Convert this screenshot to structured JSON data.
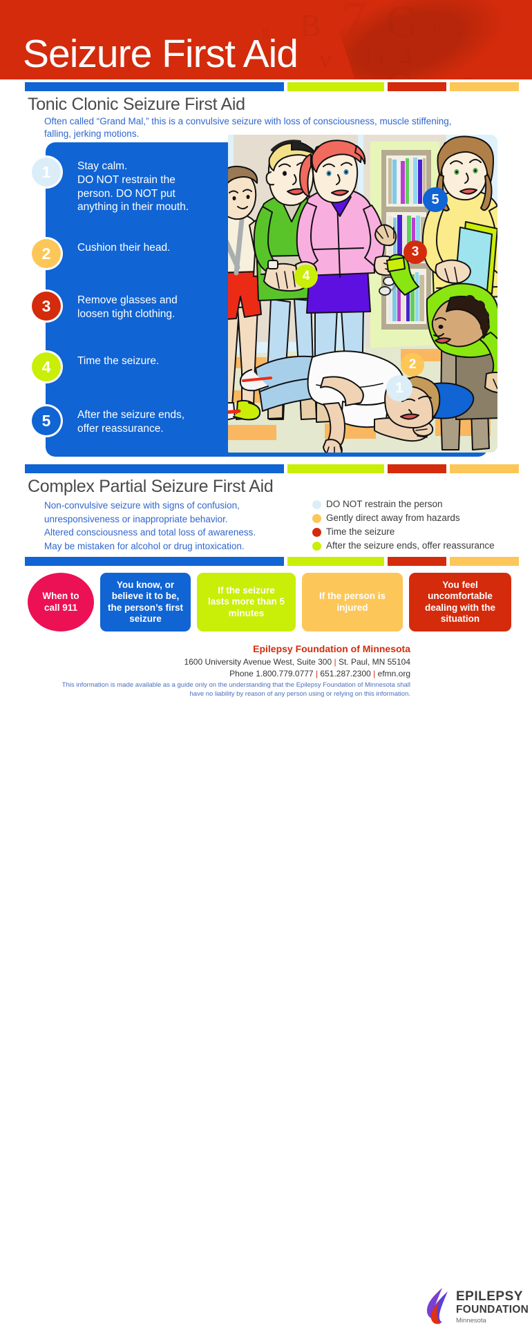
{
  "header": {
    "title": "Seizure First Aid",
    "bg_color": "#d32b0c",
    "texture_chars": "p  g  x  B  v  7  a  C  s  d  6  k  q  o  z  i  4  h  g  r  2  n  b  e  j"
  },
  "colors": {
    "blue": "#1064d4",
    "lime": "#c9ee08",
    "red": "#d32b0c",
    "amber": "#fcc758",
    "pale_blue": "#dbeef8",
    "pink": "#ec1055",
    "heading_gray": "#4a4a4a",
    "body_blue": "#2f66cf"
  },
  "colorbar": [
    {
      "name": "blue",
      "color": "#1064d4"
    },
    {
      "name": "lime",
      "color": "#c9ee08"
    },
    {
      "name": "red",
      "color": "#d32b0c"
    },
    {
      "name": "amber",
      "color": "#fcc758"
    },
    {
      "name": "pale-blue",
      "color": "#dbeef8"
    }
  ],
  "section1": {
    "title": "Tonic Clonic Seizure First Aid",
    "subtitle": "Often called “Grand Mal,” this is a convulsive seizure with loss of consciousness, muscle stiffening, falling, jerking motions.",
    "steps": [
      {
        "number": "1",
        "color": "#dbeef8",
        "number_color": "#ffffff",
        "text": "Stay calm.\nDO NOT restrain the person. DO NOT put anything in their mouth."
      },
      {
        "number": "2",
        "color": "#fcc758",
        "number_color": "#ffffff",
        "text": "Cushion their head."
      },
      {
        "number": "3",
        "color": "#d32b0c",
        "number_color": "#ffffff",
        "text": "Remove glasses and loosen tight clothing."
      },
      {
        "number": "4",
        "color": "#c9ee08",
        "number_color": "#ffffff",
        "text": "Time the seizure."
      },
      {
        "number": "5",
        "color": "#1064d4",
        "number_color": "#ffffff",
        "text": "After the seizure ends, offer reassurance."
      }
    ],
    "illustration_markers": [
      {
        "number": "1",
        "color": "#dbeef8"
      },
      {
        "number": "2",
        "color": "#fcc758"
      },
      {
        "number": "3",
        "color": "#d32b0c"
      },
      {
        "number": "4",
        "color": "#c9ee08"
      },
      {
        "number": "5",
        "color": "#1064d4"
      }
    ]
  },
  "section2": {
    "title": "Complex Partial Seizure First Aid",
    "description": "Non-convulsive seizure with signs of confusion, unresponsiveness or inappropriate behavior.\nAltered consciousness and total loss of awareness.\nMay be mistaken for alcohol or drug intoxication.",
    "legend": [
      {
        "color": "#dbeef8",
        "label": "DO NOT restrain the person"
      },
      {
        "color": "#fcc758",
        "label": "Gently direct away from hazards"
      },
      {
        "color": "#d32b0c",
        "label": "Time the seizure"
      },
      {
        "color": "#c9ee08",
        "label": "After the seizure ends, offer reassurance"
      }
    ]
  },
  "call911": {
    "boxes": [
      {
        "label": "When to call 911",
        "bg": "#ec1055",
        "shape": "oval"
      },
      {
        "label": "You know, or believe it to be, the person’s first seizure",
        "bg": "#1064d4",
        "shape": "rounded"
      },
      {
        "label": "If the seizure lasts more than 5 minutes",
        "bg": "#c9ee08",
        "shape": "rounded"
      },
      {
        "label": "If the person is injured",
        "bg": "#fcc758",
        "shape": "rounded"
      },
      {
        "label": "You feel uncomfortable dealing with the situation",
        "bg": "#d32b0c",
        "shape": "rounded"
      }
    ]
  },
  "footer": {
    "org_name": "Epilepsy Foundation of Minnesota",
    "address_part1": "1600 University Avenue West, Suite 300",
    "address_sep": "|",
    "address_part2": "St. Paul, MN 55104",
    "phone_label": "Phone 1.800.779.0777",
    "phone_sep1": "|",
    "phone_alt": "651.287.2300",
    "phone_sep2": "|",
    "website": "efmn.org",
    "disclaimer": "This information is made available as a guide only on the understanding that the Epilepsy Foundation of Minnesota shall have no liability by reason of any person using or relying on this information.",
    "logo": {
      "line1": "EPILEPSY",
      "line2": "FOUNDATION",
      "line3": "Minnesota",
      "flame_colors": [
        "#7a3fd4",
        "#4a3fd4",
        "#e03010"
      ]
    }
  }
}
